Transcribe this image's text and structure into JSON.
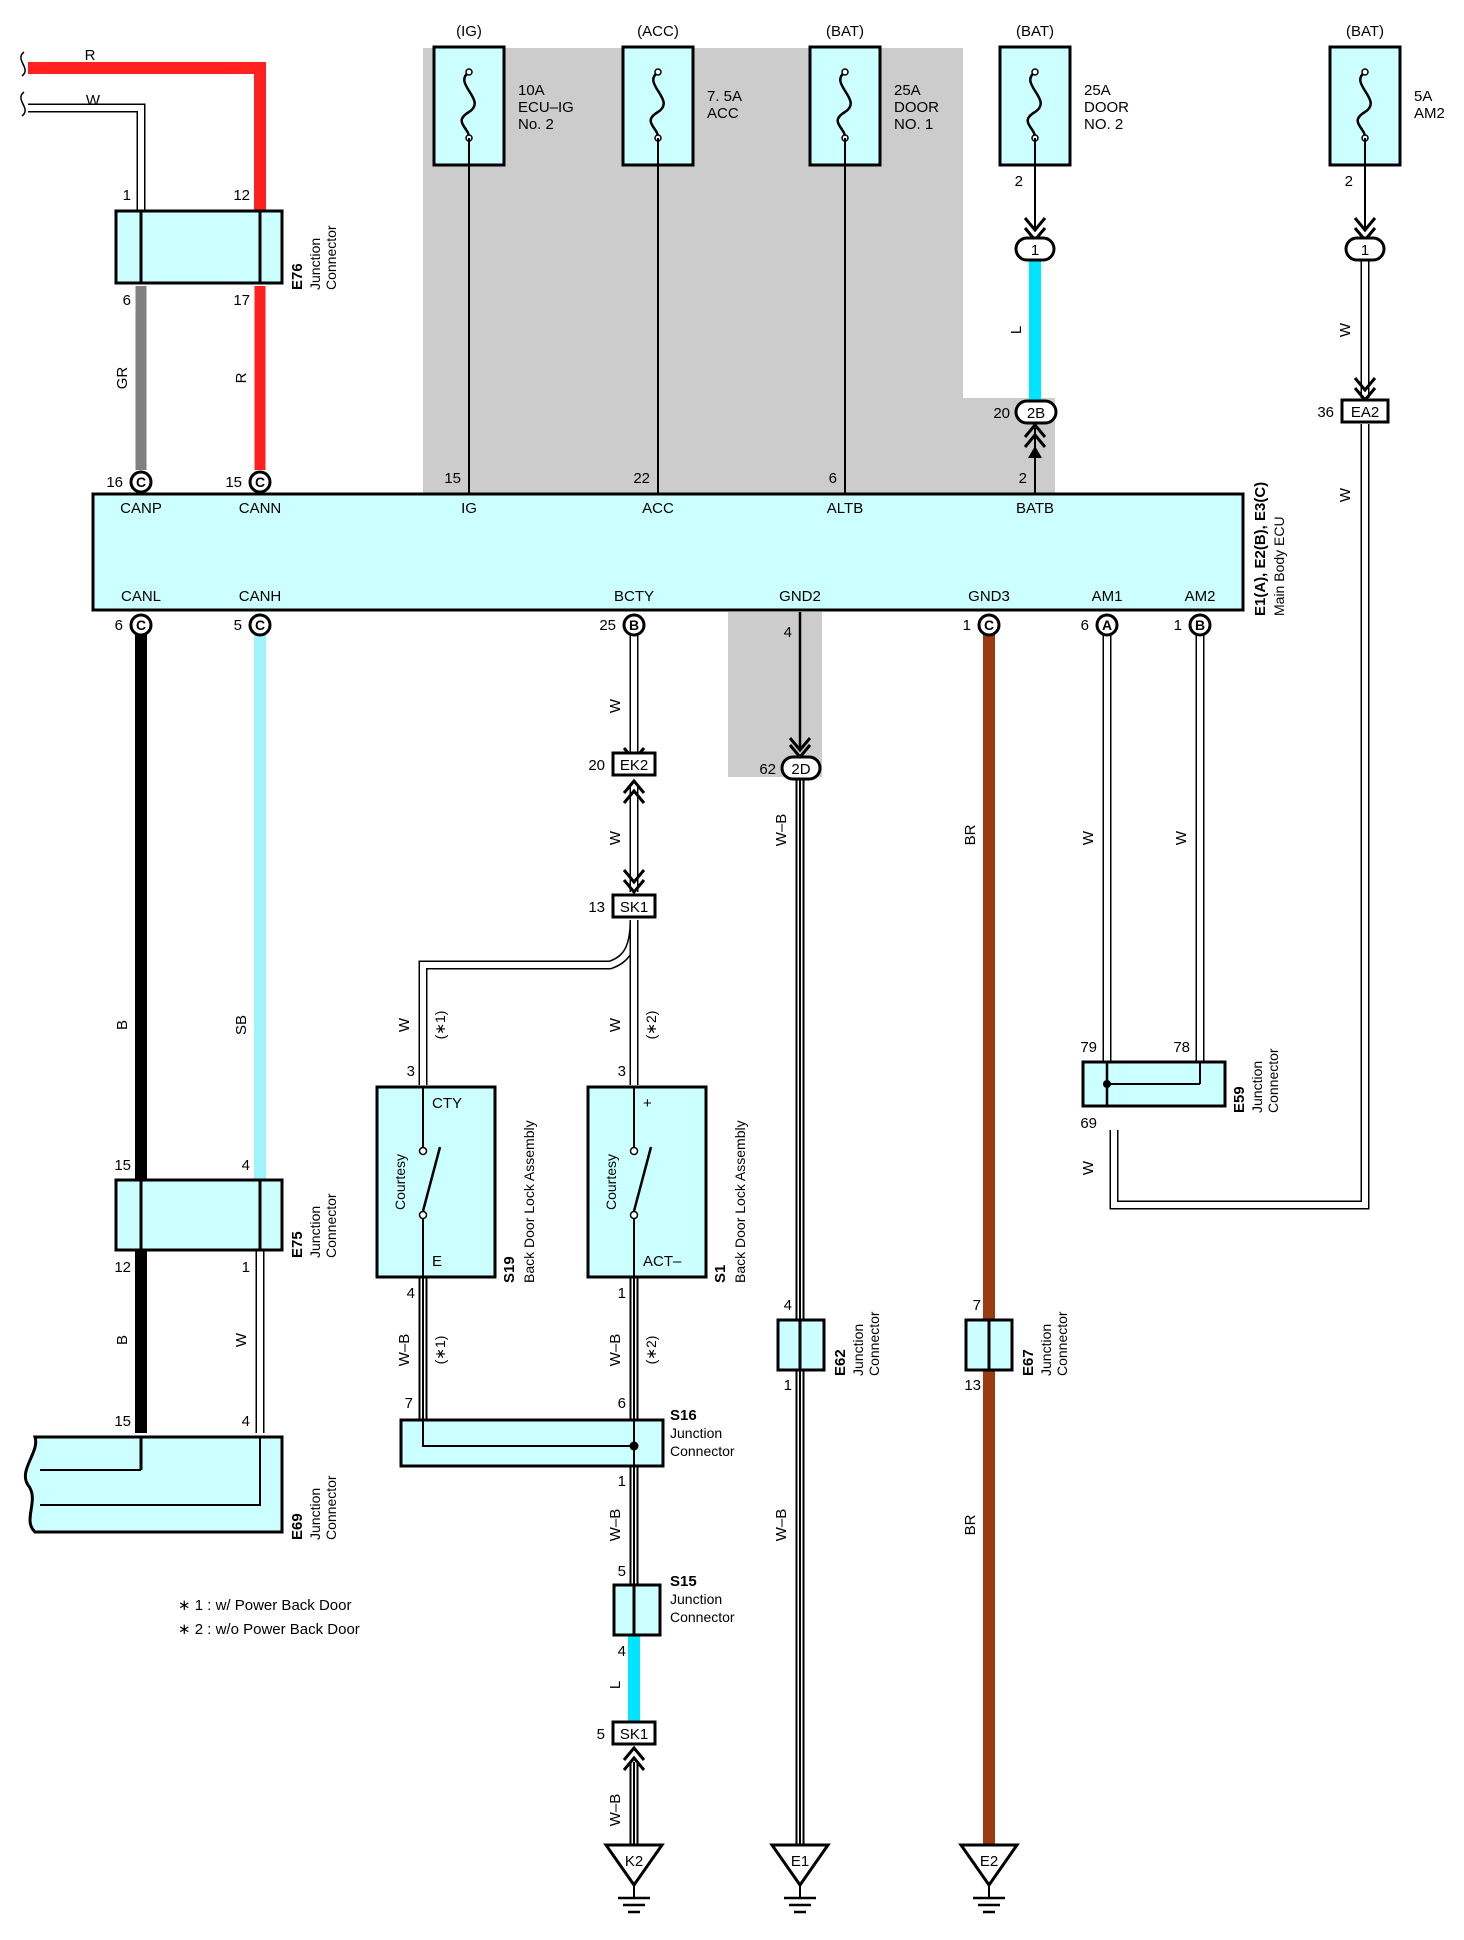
{
  "colors": {
    "component_fill": "#ccffff",
    "shade": "#cccccc",
    "red": "#ff2020",
    "gray": "#808080",
    "black": "#000000",
    "sky": "#9ff3ff",
    "blue": "#00e5ff",
    "brown": "#9c3a12",
    "white": "#ffffff"
  },
  "fuses": [
    {
      "source": "(IG)",
      "l1": "10A",
      "l2": "ECU–IG",
      "l3": "No. 2",
      "pin_out": ""
    },
    {
      "source": "(ACC)",
      "l1": "7. 5A",
      "l2": "ACC",
      "l3": "",
      "pin_out": ""
    },
    {
      "source": "(BAT)",
      "l1": "25A",
      "l2": "DOOR",
      "l3": "NO. 1",
      "pin_out": ""
    },
    {
      "source": "(BAT)",
      "l1": "25A",
      "l2": "DOOR",
      "l3": "NO. 2",
      "pin_out": "2"
    },
    {
      "source": "(BAT)",
      "l1": "5A",
      "l2": "AM2",
      "l3": "",
      "pin_out": "2"
    }
  ],
  "ecu": {
    "code": "E1(A), E2(B), E3(C)",
    "name": "Main Body ECU",
    "top_terms": [
      {
        "name": "CANP",
        "pin": "16",
        "conn": "C"
      },
      {
        "name": "CANN",
        "pin": "15",
        "conn": "C"
      },
      {
        "name": "IG",
        "pin": "15",
        "conn": ""
      },
      {
        "name": "ACC",
        "pin": "22",
        "conn": ""
      },
      {
        "name": "ALTB",
        "pin": "6",
        "conn": ""
      },
      {
        "name": "BATB",
        "pin": "2",
        "conn": ""
      }
    ],
    "bottom_terms": [
      {
        "name": "CANL",
        "pin": "6",
        "conn": "C"
      },
      {
        "name": "CANH",
        "pin": "5",
        "conn": "C"
      },
      {
        "name": "BCTY",
        "pin": "25",
        "conn": "B"
      },
      {
        "name": "GND2",
        "pin": "4",
        "conn": ""
      },
      {
        "name": "GND3",
        "pin": "1",
        "conn": "C"
      },
      {
        "name": "AM1",
        "pin": "6",
        "conn": "A"
      },
      {
        "name": "AM2",
        "pin": "1",
        "conn": "B"
      }
    ]
  },
  "wires": {
    "R": "R",
    "W": "W",
    "GR": "GR",
    "B": "B",
    "SB": "SB",
    "L": "L",
    "WB": "W–B",
    "BR": "BR"
  },
  "inline": {
    "c1a": "1",
    "c1b": "1",
    "c2b_pin": "20",
    "c2b": "2B",
    "ea2_pin": "36",
    "ea2": "EA2",
    "ek2_pin": "20",
    "ek2": "EK2",
    "sk1a_pin": "13",
    "sk1a": "SK1",
    "c2d_pin": "62",
    "c2d": "2D",
    "sk1b_pin": "5",
    "sk1b": "SK1"
  },
  "connectors": {
    "e76": {
      "code": "E76",
      "l1": "Junction",
      "l2": "Connector",
      "p1": "1",
      "p2": "12",
      "p3": "6",
      "p4": "17"
    },
    "e75": {
      "code": "E75",
      "l1": "Junction",
      "l2": "Connector",
      "p1": "15",
      "p2": "4",
      "p3": "12",
      "p4": "1"
    },
    "e69": {
      "code": "E69",
      "l1": "Junction",
      "l2": "Connector",
      "p1": "15",
      "p2": "4"
    },
    "e59": {
      "code": "E59",
      "l1": "Junction",
      "l2": "Connector",
      "p1": "79",
      "p2": "78",
      "p3": "69"
    },
    "e62": {
      "code": "E62",
      "l1": "Junction",
      "l2": "Connector",
      "p1": "4",
      "p2": "1"
    },
    "e67": {
      "code": "E67",
      "l1": "Junction",
      "l2": "Connector",
      "p1": "7",
      "p2": "13"
    },
    "s16": {
      "code": "S16",
      "l1": "Junction",
      "l2": "Connector",
      "p1": "7",
      "p2": "6",
      "p3": "1"
    },
    "s15": {
      "code": "S15",
      "l1": "Junction",
      "l2": "Connector",
      "p1": "5",
      "p2": "4"
    }
  },
  "switches": {
    "s19": {
      "code": "S19",
      "name": "Back Door Lock Assembly",
      "sw": "Courtesy",
      "t_top": "CTY",
      "t_bot": "E",
      "p_top": "3",
      "p_bot": "4",
      "note_top": "(∗1)",
      "note_bot": "(∗1)"
    },
    "s1": {
      "code": "S1",
      "name": "Back Door Lock Assembly",
      "sw": "Courtesy",
      "t_top": "+",
      "t_bot": "ACT–",
      "p_top": "3",
      "p_bot": "1",
      "note_top": "(∗2)",
      "note_bot": "(∗2)"
    }
  },
  "grounds": [
    "K2",
    "E1",
    "E2"
  ],
  "notes": [
    "∗ 1 : w/ Power Back Door",
    "∗ 2 : w/o Power Back Door"
  ]
}
